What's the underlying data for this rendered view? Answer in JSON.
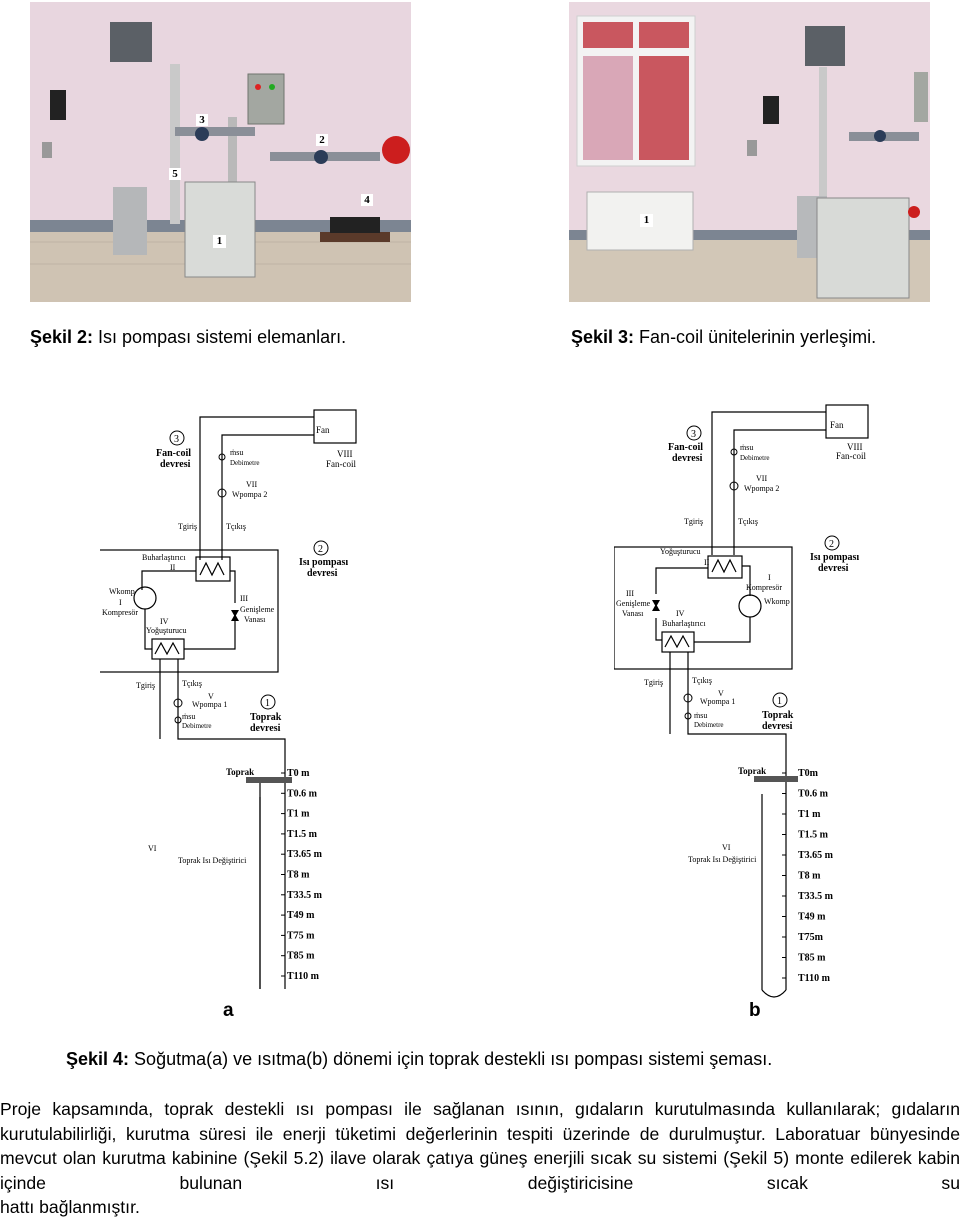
{
  "figures": {
    "fig2": {
      "label": "Şekil 2:",
      "caption": " Isı pompası sistemi elemanları.",
      "markers": [
        "1",
        "2",
        "3",
        "4",
        "5"
      ]
    },
    "fig3": {
      "label": "Şekil 3:",
      "caption": " Fan-coil ünitelerinin yerleşimi.",
      "markers": [
        "1"
      ]
    },
    "fig4": {
      "label": "Şekil 4:",
      "caption": " Soğutma(a) ve ısıtma(b) dönemi için toprak destekli ısı pompası sistemi şeması.",
      "panel_a": "a",
      "panel_b": "b"
    }
  },
  "diagram_a": {
    "fan": "Fan",
    "fan_coil_num": "VIII",
    "fan_coil": "Fan-coil",
    "circuit3_num": "3",
    "circuit3_l1": "Fan-coil",
    "circuit3_l2": "devresi",
    "m_su": "ṁsu",
    "debimetre": "Debimetre",
    "pump2_num": "VII",
    "pump2": "Wpompa 2",
    "t_giris": "Tgiriş",
    "t_cikis": "Tçıkış",
    "exch_top": "Buharlaştırıcı",
    "exch_top_num": "II",
    "circuit2_num": "2",
    "circuit2_l1": "Isı pompası",
    "circuit2_l2": "devresi",
    "w_komp": "Wkomp",
    "komp_num": "I",
    "komp": "Kompresör",
    "valve_num": "III",
    "valve_l1": "Genişleme",
    "valve_l2": "Vanası",
    "exch_bot_num": "IV",
    "exch_bot": "Yoğuşturucu",
    "t_giris2": "Tgiriş",
    "t_cikis2": "Tçıkış",
    "pump1_num": "V",
    "pump1": "Wpompa 1",
    "m_su2": "ṁsu",
    "debimetre2": "Debimetre",
    "circuit1_num": "1",
    "circuit1_l1": "Toprak",
    "circuit1_l2": "devresi",
    "toprak": "Toprak",
    "ground_num": "VI",
    "ground": "Toprak Isı Değiştirici",
    "depths": [
      "T0 m",
      "T0.6 m",
      "T1 m",
      "T1.5 m",
      "T3.65 m",
      "T8 m",
      "T33.5 m",
      "T49 m",
      "T75 m",
      "T85 m",
      "T110 m"
    ]
  },
  "diagram_b": {
    "fan": "Fan",
    "fan_coil_num": "VIII",
    "fan_coil": "Fan-coil",
    "circuit3_num": "3",
    "circuit3_l1": "Fan-coil",
    "circuit3_l2": "devresi",
    "m_su": "ṁsu",
    "debimetre": "Debimetre",
    "pump2_num": "VII",
    "pump2": "Wpompa 2",
    "t_giris": "Tgiriş",
    "t_cikis": "Tçıkış",
    "exch_top": "Yoğuşturucu",
    "exch_top_num": "II",
    "circuit2_num": "2",
    "circuit2_l1": "Isı pompası",
    "circuit2_l2": "devresi",
    "komp_num": "I",
    "komp": "Kompresör",
    "w_komp": "Wkomp",
    "valve_num": "III",
    "valve_l1": "Genişleme",
    "valve_l2": "Vanası",
    "exch_bot_num": "IV",
    "exch_bot": "Buharlaştırıcı",
    "t_giris2": "Tgiriş",
    "t_cikis2": "Tçıkış",
    "pump1_num": "V",
    "pump1": "Wpompa 1",
    "m_su2": "ṁsu",
    "debimetre2": "Debimetre",
    "circuit1_num": "1",
    "circuit1_l1": "Toprak",
    "circuit1_l2": "devresi",
    "toprak": "Toprak",
    "ground_num": "VI",
    "ground": "Toprak Isı Değiştirici",
    "depths": [
      "T0m",
      "T0.6 m",
      "T1 m",
      "T1.5 m",
      "T3.65 m",
      "T8 m",
      "T33.5 m",
      "T49 m",
      "T75m",
      "T85 m",
      "T110 m"
    ]
  },
  "paragraph": {
    "text": "Proje kapsamında, toprak destekli ısı pompası ile sağlanan ısının, gıdaların kurutulmasında kullanılarak; gıdaların kurutulabilirliği, kurutma süresi ile enerji tüketimi değerlerinin tespiti üzerinde de durulmuştur. Laboratuar bünyesinde mevcut olan kurutma kabinine (Şekil 5.2) ilave olarak çatıya güneş enerjili sıcak su sistemi (Şekil 5) monte edilerek kabin içinde bulunan ısı değiştiricisine sıcak su",
    "last_line": "hattı bağlanmıştır."
  }
}
